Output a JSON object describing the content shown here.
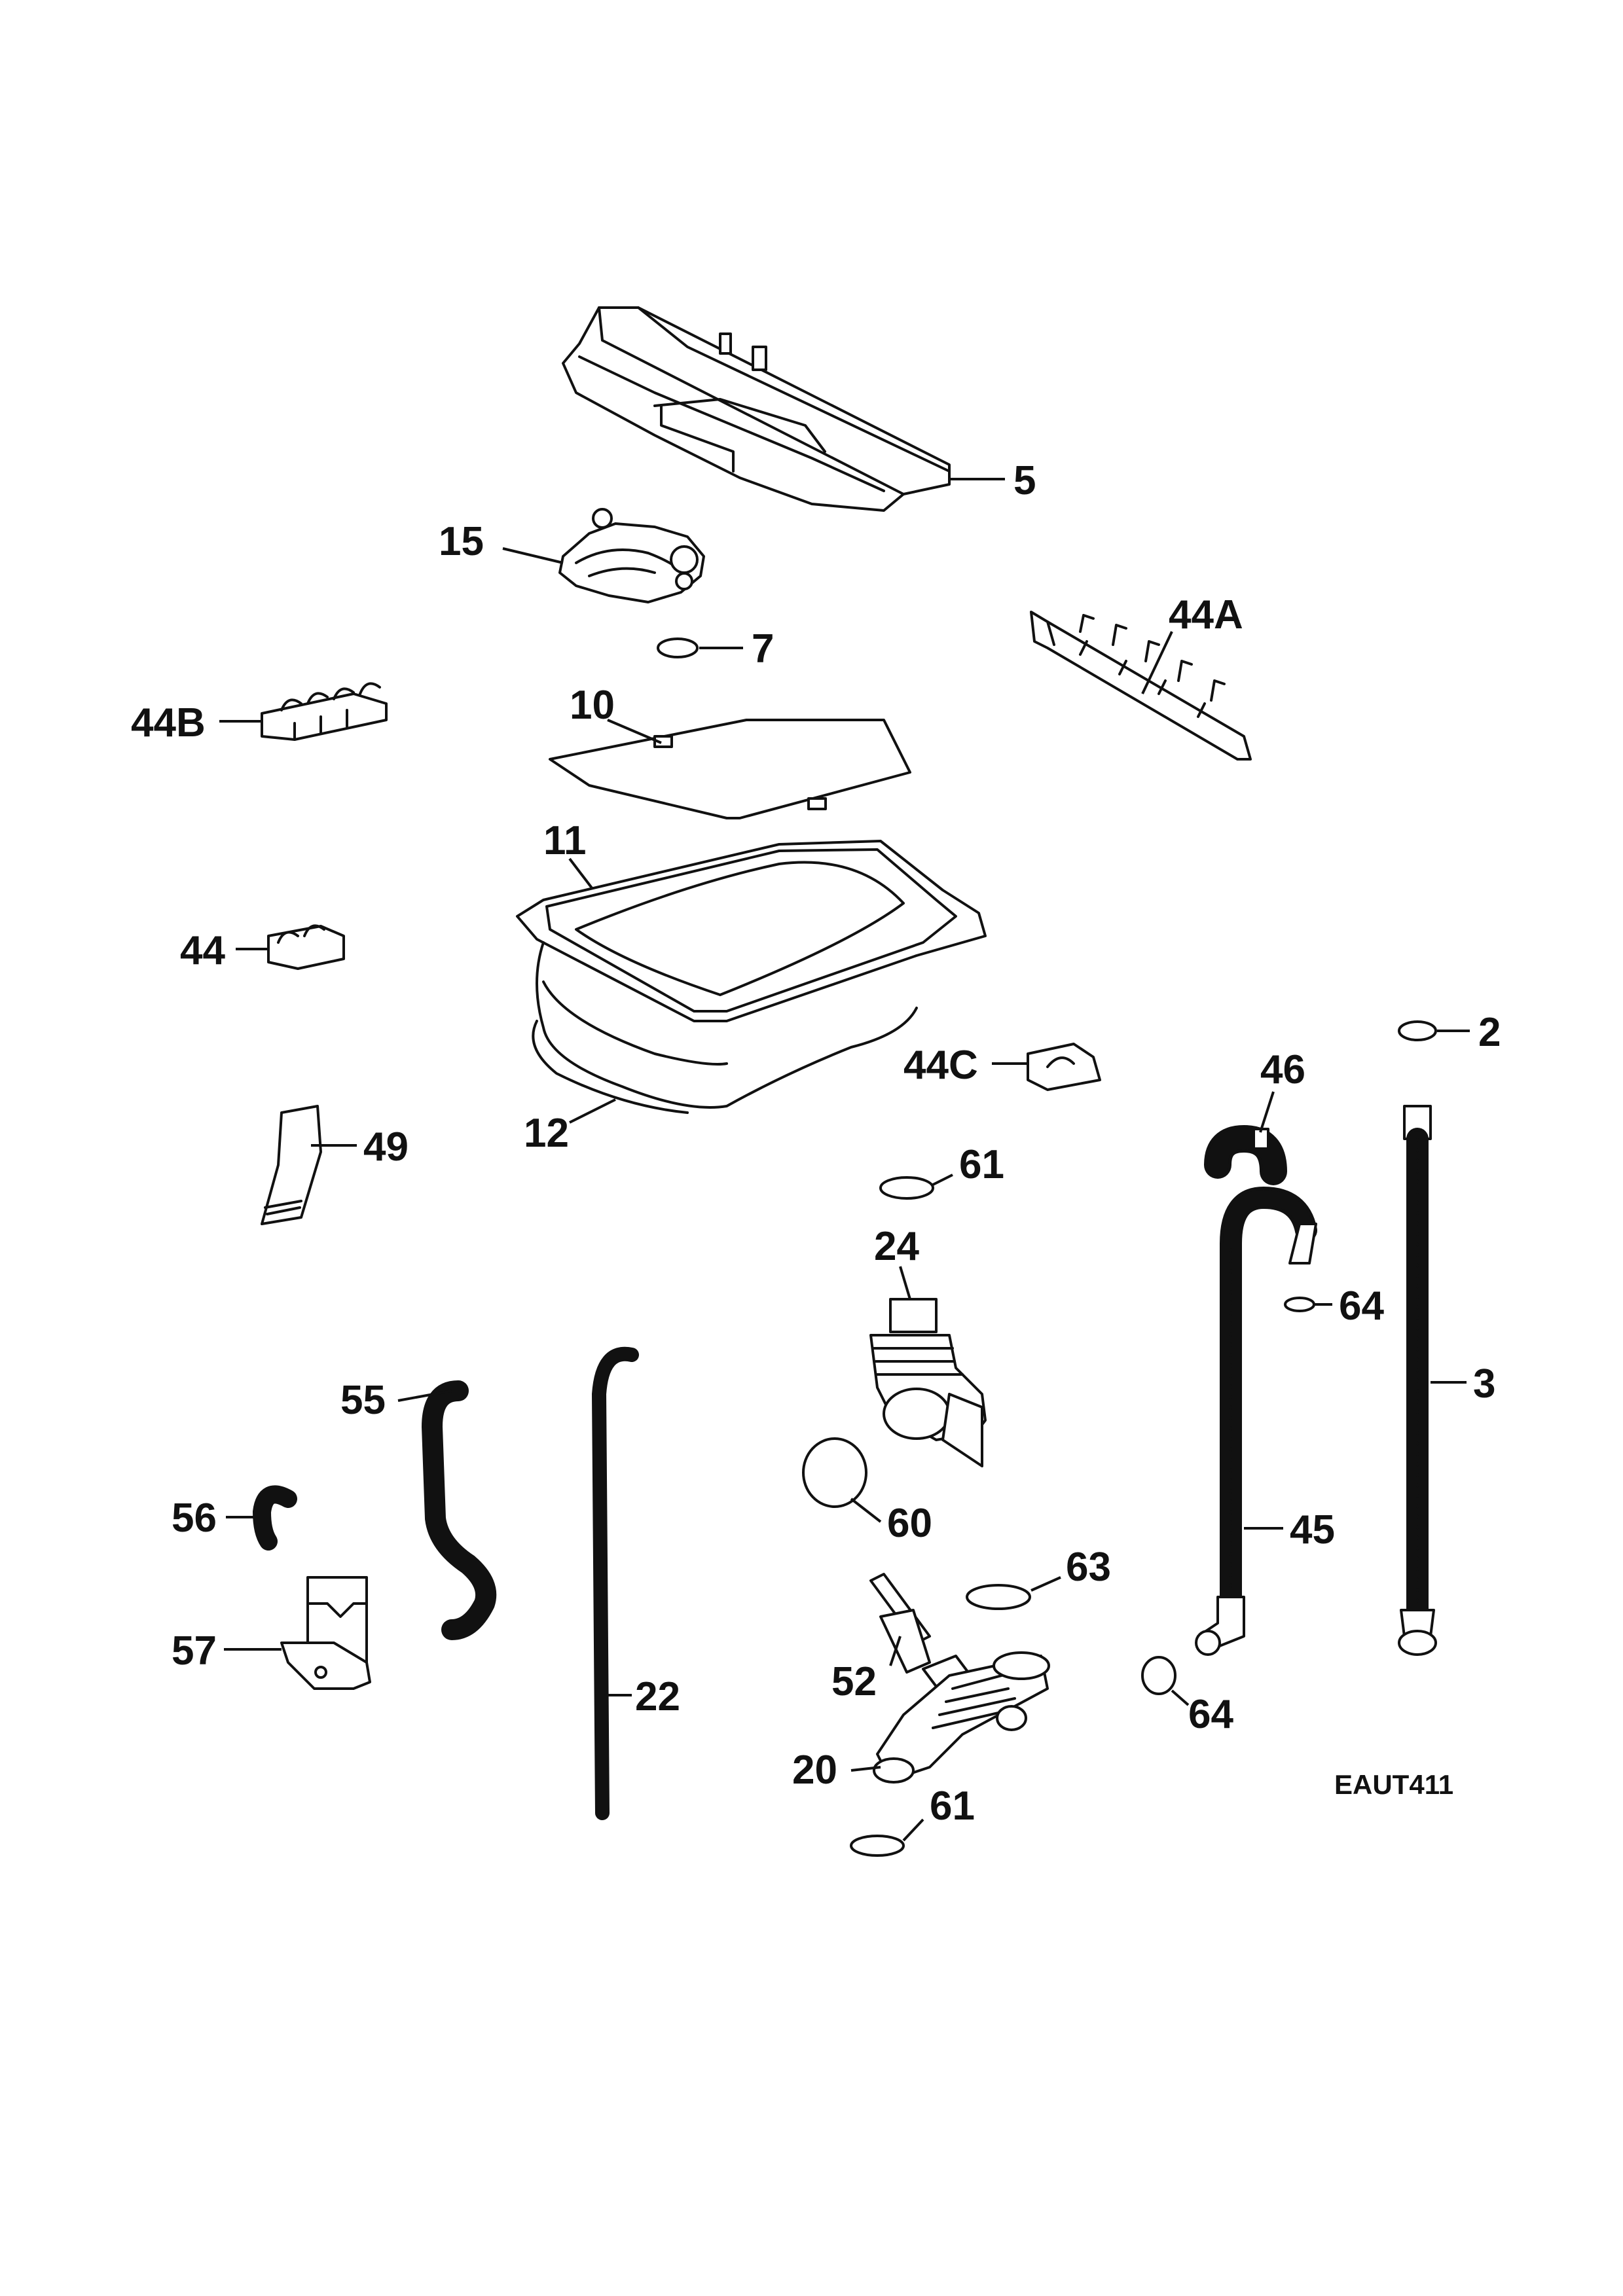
{
  "diagram_code": "EAUT411",
  "labels": {
    "l5": "5",
    "l15": "15",
    "l7": "7",
    "l44A": "44A",
    "l44B": "44B",
    "l10": "10",
    "l11": "11",
    "l44": "44",
    "l12": "12",
    "l2": "2",
    "l46": "46",
    "l44C": "44C",
    "l49": "49",
    "l61a": "61",
    "l24": "24",
    "l64a": "64",
    "l3": "3",
    "l55": "55",
    "l60": "60",
    "l45": "45",
    "l56": "56",
    "l63": "63",
    "l57": "57",
    "l52": "52",
    "l22": "22",
    "l64b": "64",
    "l20": "20",
    "l61b": "61"
  }
}
